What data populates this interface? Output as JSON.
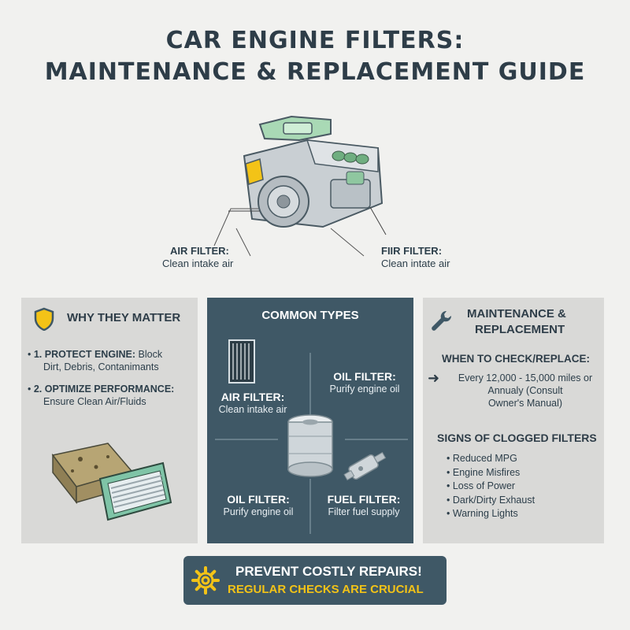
{
  "title": {
    "line1": "CAR ENGINE FILTERS:",
    "line2": "MAINTENANCE & REPLACEMENT GUIDE"
  },
  "hero": {
    "left_callout": {
      "heading": "AIR FILTER:",
      "text": "Clean intake air"
    },
    "right_callout": {
      "heading": "FIIR FILTER:",
      "text": "Clean intate air"
    }
  },
  "why": {
    "heading": "WHY THEY MATTER",
    "items": [
      {
        "bold": "1. PROTECT ENGINE:",
        "rest": "Block",
        "line2": "Dirt, Debris, Contanimants"
      },
      {
        "bold": "2. OPTIMIZE PERFORMANCE:",
        "rest": "",
        "line2": "Ensure Clean Air/Fluids"
      }
    ]
  },
  "types": {
    "heading": "COMMON TYPES",
    "air": {
      "heading": "AIR FILTER:",
      "text": "Clean intake air"
    },
    "oil_top": {
      "heading": "OIL FILTER:",
      "text": "Purify engine oil"
    },
    "oil_bottom": {
      "heading": "OIL FILTER:",
      "text": "Purify engine oil"
    },
    "fuel": {
      "heading": "FUEL FILTER:",
      "text": "Filter fuel supply"
    }
  },
  "maintenance": {
    "heading_line1": "MAINTENANCE &",
    "heading_line2": "REPLACEMENT",
    "when_heading": "WHEN TO CHECK/REPLACE:",
    "when_lines": [
      "Every 12,000 - 15,000 miles or",
      "Annualy (Consult",
      "Owner's Manual)"
    ],
    "signs_heading": "SIGNS OF CLOGGED FILTERS",
    "signs": [
      "Reduced MPG",
      "Engine Misfires",
      "Loss of Power",
      "Dark/Dirty Exhaust",
      "Warning Lights"
    ]
  },
  "banner": {
    "line1": "PREVENT COSTLY REPAIRS!",
    "line2": "REGULAR CHECKS ARE CRUCIAL"
  },
  "icons": {
    "shield": "shield-icon",
    "wrench": "wrench-icon",
    "gear": "gear-icon",
    "arrow": "arrow-right-icon"
  },
  "colors": {
    "dark_slate": "#3f5866",
    "accent_yellow": "#f3c317",
    "engine_green": "#8fc7a0",
    "panel_gray": "#d9d9d7"
  }
}
